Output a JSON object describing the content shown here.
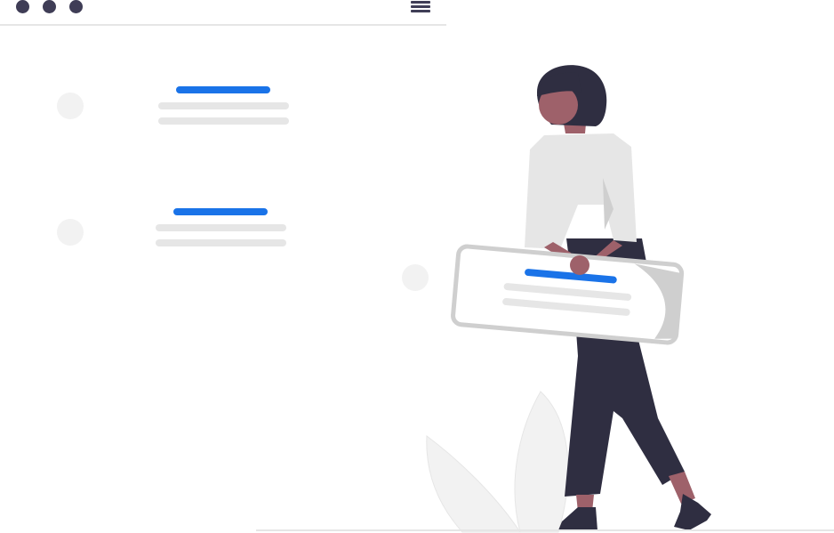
{
  "window": {
    "controls": [
      "control-dot",
      "control-dot",
      "control-dot"
    ],
    "menu_icon": "hamburger-menu-icon"
  },
  "colors": {
    "dark": "#3f3d56",
    "accent": "#1a73e8",
    "placeholder": "#e6e6e6",
    "avatar": "#f2f2f2"
  },
  "list_items": [
    {
      "avatar_icon": "avatar-placeholder",
      "lines": [
        "title-placeholder",
        "text-placeholder",
        "text-placeholder"
      ]
    },
    {
      "avatar_icon": "avatar-placeholder",
      "lines": [
        "title-placeholder",
        "text-placeholder",
        "text-placeholder"
      ]
    }
  ],
  "held_card": {
    "avatar_icon": "avatar-placeholder",
    "lines": [
      "title-placeholder",
      "text-placeholder",
      "text-placeholder"
    ]
  }
}
